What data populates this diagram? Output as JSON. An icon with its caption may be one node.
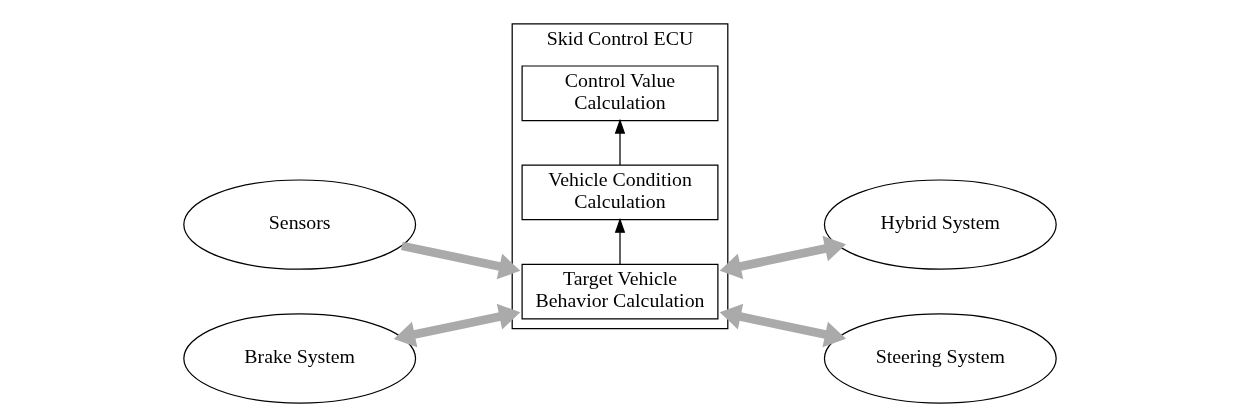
{
  "diagram": {
    "nodes": [
      {
        "text": [
          "Sensors"
        ]
      },
      {
        "text": [
          "Skid Control ECU"
        ]
      },
      {
        "text": [
          "Target Vehicle Behavior Calculation"
        ],
        "in": 1
      },
      {
        "text": [
          "Vehicle Condition Calculation"
        ],
        "in": 1
      },
      {
        "text": [
          "Control Value Calculation"
        ],
        "in": 1
      },
      {
        "text": [
          "Hybrid System"
        ]
      },
      {
        "text": [
          "Brake System"
        ]
      },
      {
        "text": [
          "Steering System"
        ]
      }
    ],
    "edges": [
      {
        "from": 0,
        "to": 1,
        "arrow": "to"
      },
      {
        "from": 1,
        "to": 5,
        "arrow": "both"
      },
      {
        "from": 2,
        "to": 3,
        "arrow": "to",
        "color": "#000000"
      },
      {
        "from": 3,
        "to": 4,
        "arrow": "to",
        "color": "#000000"
      },
      {
        "from": 6,
        "to": 1,
        "arrow": "both"
      },
      {
        "from": 1,
        "to": 7,
        "arrow": "both"
      }
    ]
  }
}
